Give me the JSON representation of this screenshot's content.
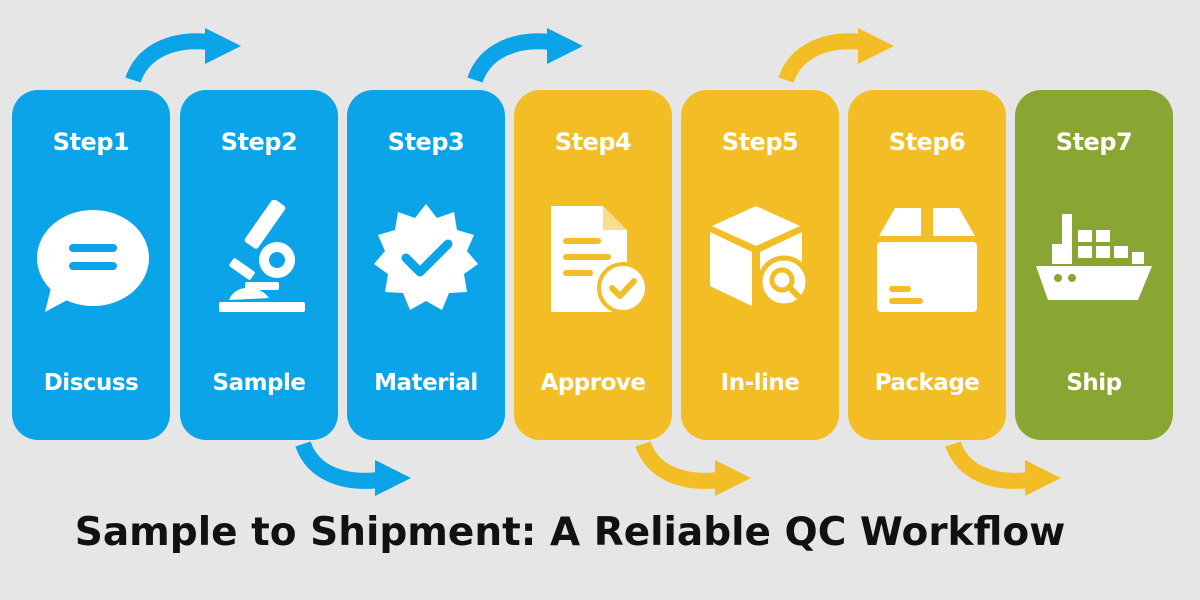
{
  "title": "Sample to Shipment: A Reliable QC Workflow",
  "colors": {
    "blue": "#0ba4e8",
    "yellow": "#f3bd25",
    "green": "#8aa632",
    "background": "#e6e6e6"
  },
  "steps": [
    {
      "step": "Step1",
      "name": "Discuss",
      "icon": "chat-bubble-icon",
      "color": "#0ba4e8"
    },
    {
      "step": "Step2",
      "name": "Sample",
      "icon": "microscope-icon",
      "color": "#0ba4e8"
    },
    {
      "step": "Step3",
      "name": "Material",
      "icon": "verified-badge-icon",
      "color": "#0ba4e8"
    },
    {
      "step": "Step4",
      "name": "Approve",
      "icon": "document-check-icon",
      "color": "#f3bd25"
    },
    {
      "step": "Step5",
      "name": "In-line",
      "icon": "box-search-icon",
      "color": "#f3bd25"
    },
    {
      "step": "Step6",
      "name": "Package",
      "icon": "package-icon",
      "color": "#f3bd25"
    },
    {
      "step": "Step7",
      "name": "Ship",
      "icon": "cargo-ship-icon",
      "color": "#8aa632"
    }
  ]
}
